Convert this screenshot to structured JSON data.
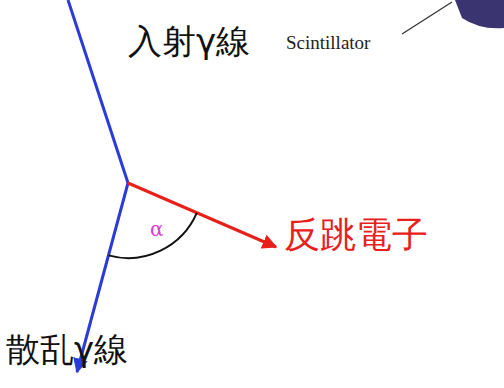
{
  "diagram": {
    "labels": [
      "入射γ線",
      "Scintillator",
      "反跳電子",
      "α",
      "散乱γ線"
    ]
  }
}
